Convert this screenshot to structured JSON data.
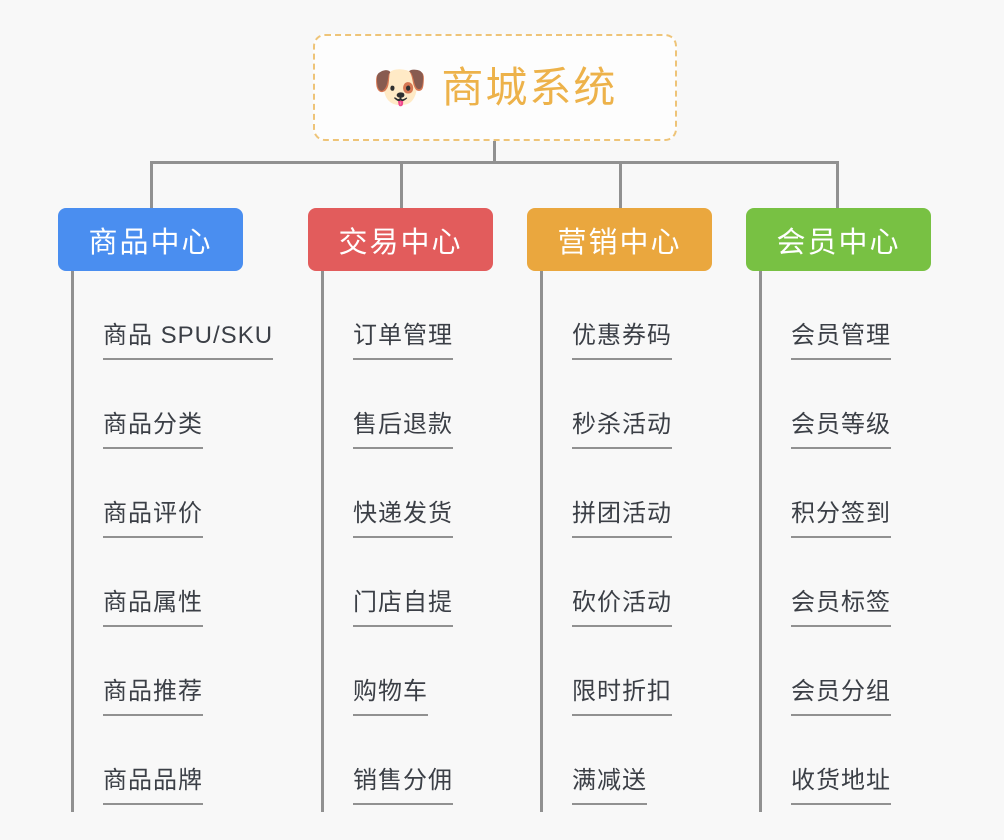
{
  "canvas": {
    "background": "#f8f8f8",
    "connector_color": "#919191"
  },
  "root": {
    "icon": "shiba-dog-emoji",
    "icon_glyph": "🐶",
    "title": "商城系统",
    "title_color": "#edb24a",
    "border_color": "#eec478",
    "background": "#fdfdfd"
  },
  "branches": [
    {
      "id": "product-center",
      "label": "商品中心",
      "color": "#4a8ef0",
      "items": [
        "商品 SPU/SKU",
        "商品分类",
        "商品评价",
        "商品属性",
        "商品推荐",
        "商品品牌"
      ]
    },
    {
      "id": "trade-center",
      "label": "交易中心",
      "color": "#e25c5c",
      "items": [
        "订单管理",
        "售后退款",
        "快递发货",
        "门店自提",
        "购物车",
        "销售分佣"
      ]
    },
    {
      "id": "marketing-center",
      "label": "营销中心",
      "color": "#eaa73e",
      "items": [
        "优惠券码",
        "秒杀活动",
        "拼团活动",
        "砍价活动",
        "限时折扣",
        "满减送"
      ]
    },
    {
      "id": "member-center",
      "label": "会员中心",
      "color": "#78c143",
      "items": [
        "会员管理",
        "会员等级",
        "积分签到",
        "会员标签",
        "会员分组",
        "收货地址"
      ]
    }
  ]
}
